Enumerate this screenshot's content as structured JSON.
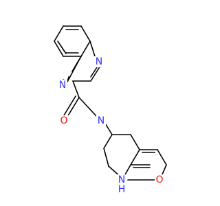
{
  "structure": {
    "atoms": [
      {
        "id": "n-quinox-4",
        "label": "N",
        "color": "#3333ff"
      },
      {
        "id": "n-quinox-1",
        "label": "N",
        "color": "#3333ff"
      },
      {
        "id": "o-amide",
        "label": "O",
        "color": "#ff0d0d"
      },
      {
        "id": "n-amide",
        "label": "N",
        "color": "#3333ff"
      },
      {
        "id": "nh-lactam",
        "label": "N",
        "color": "#3333ff"
      },
      {
        "id": "h-lactam",
        "label": "H",
        "color": "#3333ff"
      },
      {
        "id": "o-lactam",
        "label": "O",
        "color": "#ff0d0d"
      }
    ],
    "bond_color": "#000000"
  }
}
